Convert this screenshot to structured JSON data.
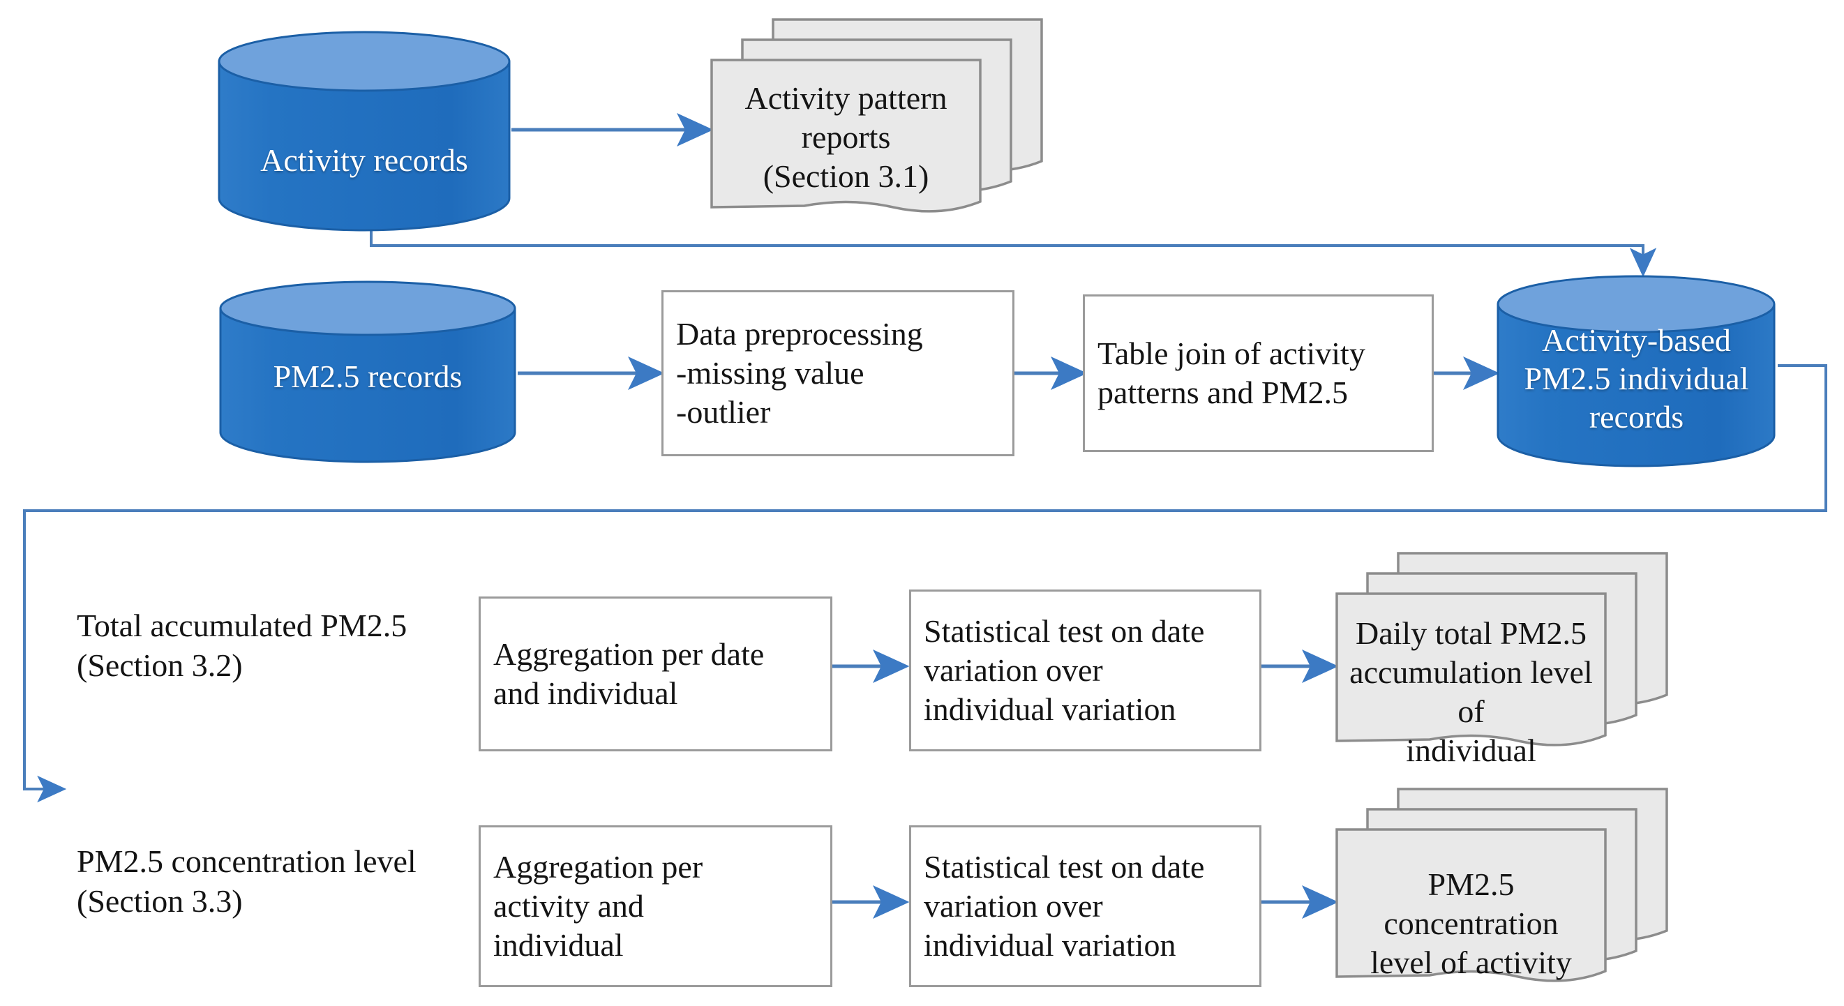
{
  "diagram": {
    "type": "flowchart",
    "accent_colors": {
      "cylinder_body": "#2170C0",
      "cylinder_top": "#6A9FDB",
      "cylinder_stroke": "#1B5FA6",
      "document_fill": "#E9E9E9",
      "document_stroke": "#8C8C8C",
      "box_stroke": "#9B9B9B",
      "arrow": "#4A7EBB",
      "text": "#141414"
    },
    "nodes": {
      "activity_records": {
        "label": "Activity records",
        "shape": "cylinder"
      },
      "activity_pattern_reports": {
        "label": "Activity pattern\nreports\n(Section 3.1)",
        "shape": "multi-document"
      },
      "pm25_records": {
        "label": "PM2.5 records",
        "shape": "cylinder"
      },
      "data_preprocessing": {
        "label": "Data preprocessing\n-missing value\n-outlier",
        "shape": "process"
      },
      "table_join": {
        "label": "Table join of activity\npatterns and PM2.5",
        "shape": "process"
      },
      "activity_based_records": {
        "label": "Activity-based\nPM2.5 individual\nrecords",
        "shape": "cylinder"
      },
      "total_accumulated_label": {
        "label": "Total accumulated PM2.5\n(Section 3.2)",
        "shape": "text"
      },
      "agg_date_individual": {
        "label": "Aggregation per date\nand individual",
        "shape": "process"
      },
      "stat_test_row3": {
        "label": "Statistical test on date\nvariation over\nindividual variation",
        "shape": "process"
      },
      "daily_total_output": {
        "label": "Daily total PM2.5\naccumulation level of\nindividual",
        "shape": "multi-document"
      },
      "concentration_label": {
        "label": "PM2.5 concentration level\n(Section 3.3)",
        "shape": "text"
      },
      "agg_activity_individual": {
        "label": "Aggregation per\nactivity and\nindividual",
        "shape": "process"
      },
      "stat_test_row4": {
        "label": "Statistical test on date\nvariation over\nindividual variation",
        "shape": "process"
      },
      "concentration_output": {
        "label": "PM2.5 concentration\nlevel of activity",
        "shape": "multi-document"
      }
    },
    "edges": [
      {
        "from": "activity_records",
        "to": "activity_pattern_reports"
      },
      {
        "from": "activity_records",
        "to": "activity_based_records"
      },
      {
        "from": "pm25_records",
        "to": "data_preprocessing"
      },
      {
        "from": "data_preprocessing",
        "to": "table_join"
      },
      {
        "from": "table_join",
        "to": "activity_based_records"
      },
      {
        "from": "activity_based_records",
        "to": "agg_date_individual"
      },
      {
        "from": "agg_date_individual",
        "to": "stat_test_row3"
      },
      {
        "from": "stat_test_row3",
        "to": "daily_total_output"
      },
      {
        "from": "agg_activity_individual",
        "to": "stat_test_row4"
      },
      {
        "from": "stat_test_row4",
        "to": "concentration_output"
      }
    ]
  }
}
